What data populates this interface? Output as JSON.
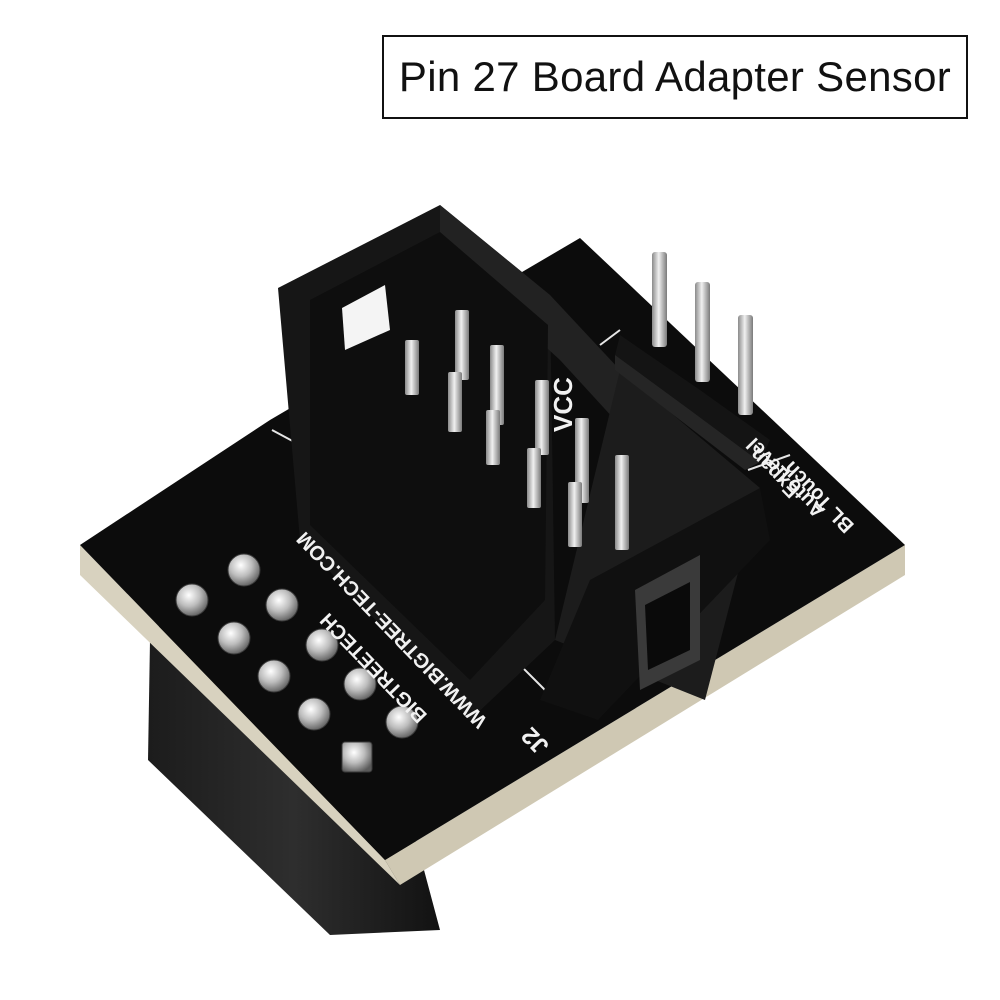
{
  "title": "Pin 27 Board Adapter Sensor",
  "pcb": {
    "url": "WWW.BIGTREE-TECH.COM",
    "brand": "BIGTREETECH",
    "label_j2": "J2",
    "label_vcc": "VCC",
    "label_side_line1": "BL Touch",
    "label_side_line2": "Auto Level",
    "label_side_line3": "Expan"
  },
  "colors": {
    "pcb": "#0c0c0c",
    "pcb_edge": "#d8d2bf",
    "connector": "#151515",
    "pins": "#b8b8b8",
    "silkscreen": "#f2f2f2"
  }
}
